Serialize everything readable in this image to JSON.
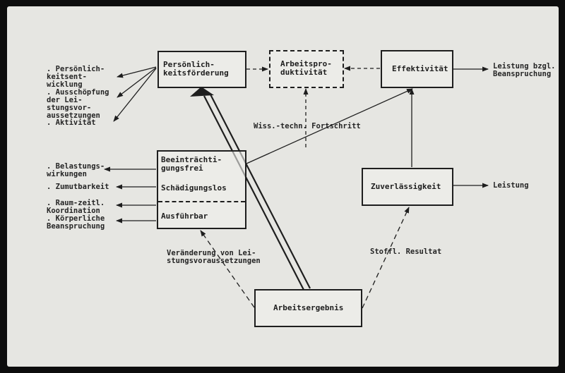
{
  "boxes": {
    "persoenlichkeit": "Persönlich-\nkeitsförderung",
    "arbeitsproduktivitaet": "Arbeitspro-\nduktivität",
    "effektivitaet": "Effektivität",
    "beeintraechtigung": "Beeinträchti-\ngungsfrei",
    "schaedigungslos": "Schädigungslos",
    "ausfuehrbar": "Ausführbar",
    "zuverlaessigkeit": "Zuverlässigkeit",
    "arbeitsergebnis": "Arbeitsergebnis"
  },
  "left_top_list": [
    ". Persönlich-\n  keitsent-\n  wicklung",
    ". Ausschöpfung\n  der Lei-\n  stungsvor-\n  aussetzungen",
    ". Aktivität"
  ],
  "left_mid_list": {
    "belastung": ". Belastungs-\n  wirkungen",
    "zumutbarkeit": ". Zumutbarkeit",
    "raum": ". Raum-zeitl.\n  Koordination",
    "koerper": ". Körperliche\n  Beanspruchung"
  },
  "right_labels": {
    "leistung_bzgl": "Leistung bzgl.\nBeanspruchung",
    "leistung": "Leistung"
  },
  "edge_labels": {
    "wiss": "Wiss.-techn. Fortschritt",
    "veraenderung": "Veränderung von Lei-\nstungsvoraussetzungen",
    "stoffl": "Stoffl. Resultat"
  }
}
